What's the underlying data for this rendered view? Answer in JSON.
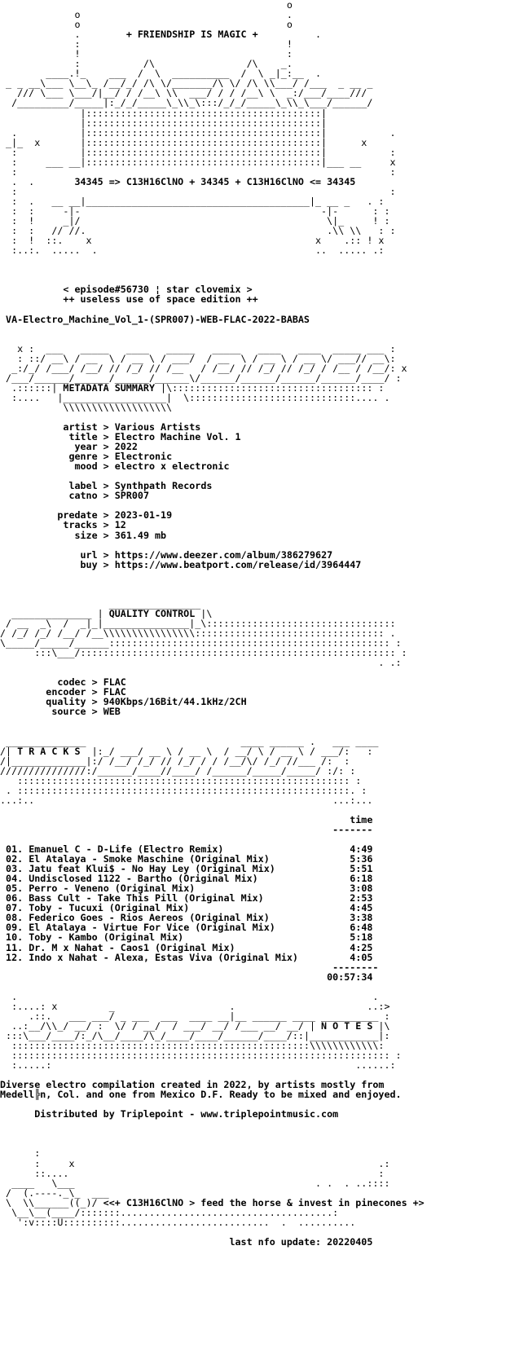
{
  "banner": {
    "top_title": "+ FRIENDSHIP IS MAGIC +",
    "formula": "34345 => C13H16ClNO + 34345 + C13H16ClNO <= 34345",
    "episode": "< episode#56730 ¦ star clovemix >",
    "edition": "++ useless use of space edition ++",
    "release_name": "VA-Electro_Machine_Vol_1-(SPR007)-WEB-FLAC-2022-BABAS"
  },
  "metadata": {
    "section_title": "METADATA SUMMARY",
    "rows": [
      {
        "key": "artist",
        "value": "Various Artists"
      },
      {
        "key": "title",
        "value": "Electro Machine Vol. 1"
      },
      {
        "key": "year",
        "value": "2022"
      },
      {
        "key": "genre",
        "value": "Electronic"
      },
      {
        "key": "mood",
        "value": "electro x electronic"
      },
      {
        "key": "label",
        "value": "Synthpath Records"
      },
      {
        "key": "catno",
        "value": "SPR007"
      },
      {
        "key": "predate",
        "value": "2023-01-19"
      },
      {
        "key": "tracks",
        "value": "12"
      },
      {
        "key": "size",
        "value": "361.49 mb"
      },
      {
        "key": "url",
        "value": "https://www.deezer.com/album/386279627"
      },
      {
        "key": "buy",
        "value": "https://www.beatport.com/release/id/3964447"
      }
    ]
  },
  "quality": {
    "section_title": "QUALITY CONTROL",
    "rows": [
      {
        "key": "codec",
        "value": "FLAC"
      },
      {
        "key": "encoder",
        "value": "FLAC"
      },
      {
        "key": "quality",
        "value": "940Kbps/16Bit/44.1kHz/2CH"
      },
      {
        "key": "source",
        "value": "WEB"
      }
    ]
  },
  "tracks": {
    "section_title": "T R A C K S",
    "time_header": "time",
    "items": [
      {
        "num": "01.",
        "title": "Emanuel C - D-Life (Electro Remix)",
        "time": "4:49"
      },
      {
        "num": "02.",
        "title": "El Atalaya - Smoke Maschine (Original Mix)",
        "time": "5:36"
      },
      {
        "num": "03.",
        "title": "Jatu feat Klui$ - No Hay Ley (Original Mix)",
        "time": "5:51"
      },
      {
        "num": "04.",
        "title": "Undisclosed 1122 - Bartho (Original Mix)",
        "time": "6:18"
      },
      {
        "num": "05.",
        "title": "Perro - Veneno (Original Mix)",
        "time": "3:08"
      },
      {
        "num": "06.",
        "title": "Bass Cult - Take This Pill (Original Mix)",
        "time": "2:53"
      },
      {
        "num": "07.",
        "title": "Toby - Tucuxi (Original Mix)",
        "time": "4:45"
      },
      {
        "num": "08.",
        "title": "Federico Goes - Rios Aereos (Original Mix)",
        "time": "3:38"
      },
      {
        "num": "09.",
        "title": "El Atalaya - Virtue For Vice (Original Mix)",
        "time": "6:48"
      },
      {
        "num": "10.",
        "title": "Toby - Kambo (Original Mix)",
        "time": "5:18"
      },
      {
        "num": "11.",
        "title": "Dr. M x Nahat - Caos1 (Original Mix)",
        "time": "4:25"
      },
      {
        "num": "12.",
        "title": "Indo x Nahat - Alexa, Estas Viva (Original Mix)",
        "time": "4:05"
      }
    ],
    "total_time": "00:57:34"
  },
  "notes": {
    "section_title": "N O T E S",
    "line1": "Diverse electro compilation created in 2022, by artists mostly from",
    "line2": "Medell╠n, Col. and one from Mexico D.F. Ready to be mixed and enjoyed.",
    "line3": "Distributed by Triplepoint - www.triplepointmusic.com"
  },
  "footer": {
    "tagline": "<<+ C13H16ClNO > feed the horse & invest in pinecones +>",
    "last_update": "last nfo update: 20220405"
  }
}
